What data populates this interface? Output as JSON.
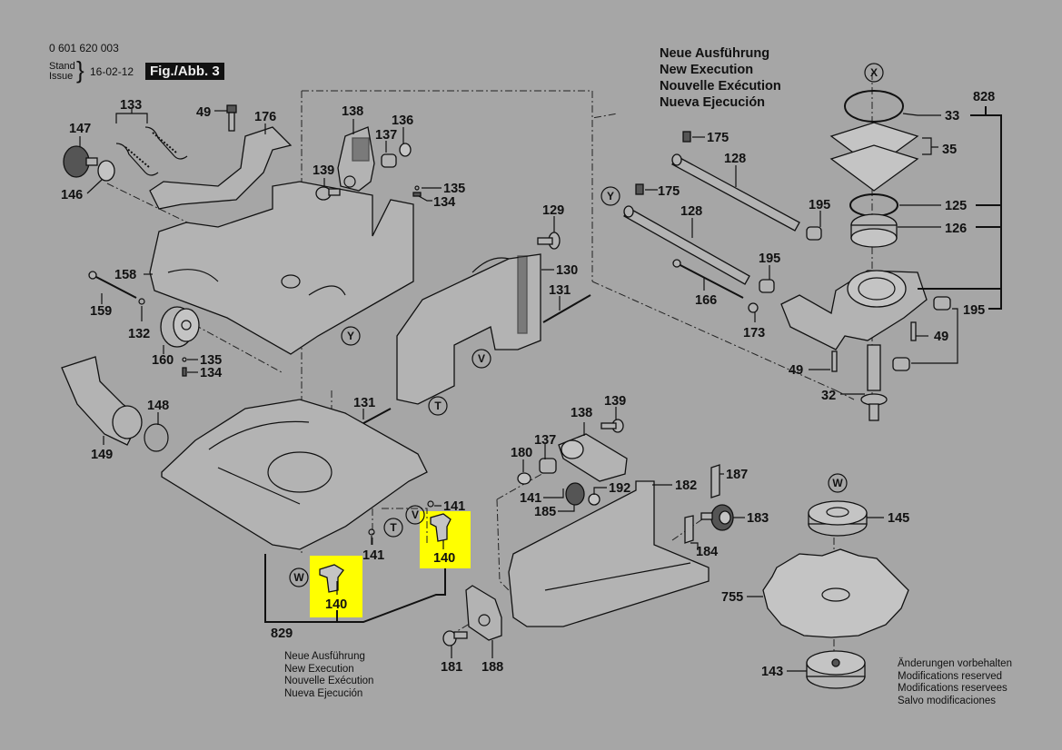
{
  "header": {
    "doc_number": "0 601 620 003",
    "stand_label": "Stand",
    "issue_label": "Issue",
    "issue_date": "16-02-12",
    "figure_badge": "Fig./Abb. 3",
    "brace": "}"
  },
  "new_execution_block": {
    "lines": [
      "Neue Ausführung",
      "New Execution",
      "Nouvelle Exécution",
      "Nueva Ejecución"
    ]
  },
  "assembly_829_note": {
    "number": "829",
    "lines": [
      "Neue Ausführung",
      "New Execution",
      "Nouvelle Exécution",
      "Nueva Ejecución"
    ]
  },
  "modifications_note": {
    "lines": [
      "Änderungen vorbehalten",
      "Modifications reserved",
      "Modifications reservees",
      "Salvo modificaciones"
    ]
  },
  "highlight_color": "#ffff00",
  "background_color": "#a6a6a6",
  "callout_letters": [
    "X",
    "Y",
    "Y",
    "V",
    "V",
    "T",
    "T",
    "W",
    "W"
  ],
  "part_labels": {
    "p147": "147",
    "p133": "133",
    "p49a": "49",
    "p176": "176",
    "p146": "146",
    "p138a": "138",
    "p136": "136",
    "p137a": "137",
    "p139a": "139",
    "p135a": "135",
    "p134a": "134",
    "p129": "129",
    "p130": "130",
    "p131a": "131",
    "p158": "158",
    "p159": "159",
    "p132": "132",
    "p160": "160",
    "p135b": "135",
    "p134b": "134",
    "p148": "148",
    "p149": "149",
    "p131b": "131",
    "p141a": "141",
    "p141b": "141",
    "p140a": "140",
    "p140b": "140",
    "p829": "829",
    "p175a": "175",
    "p175b": "175",
    "p128a": "128",
    "p128b": "128",
    "p195a": "195",
    "p195b": "195",
    "p195c": "195",
    "p166": "166",
    "p173": "173",
    "p49b": "49",
    "p49c": "49",
    "p32": "32",
    "p828": "828",
    "p33": "33",
    "p35": "35",
    "p125": "125",
    "p126": "126",
    "p139b": "139",
    "p138b": "138",
    "p137b": "137",
    "p180": "180",
    "p141c": "141",
    "p192": "192",
    "p185": "185",
    "p182": "182",
    "p187": "187",
    "p183": "183",
    "p184": "184",
    "p181": "181",
    "p188": "188",
    "p145": "145",
    "p755": "755",
    "p143": "143"
  }
}
